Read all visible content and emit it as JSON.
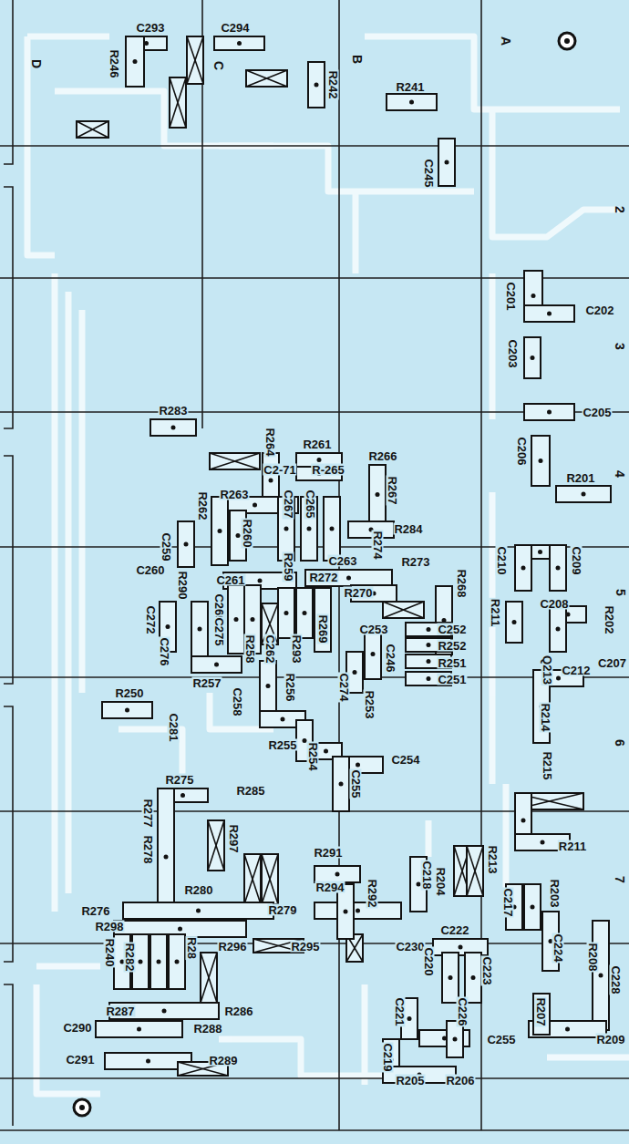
{
  "diagram": {
    "labels": [
      "C293",
      "C294",
      "R246",
      "D",
      "C",
      "B",
      "A",
      "R242",
      "R241",
      "C245",
      "2",
      "C201",
      "C202",
      "3",
      "C203",
      "C205",
      "C206",
      "R283",
      "R201",
      "4",
      "R264",
      "R261",
      "R266",
      "C2-71",
      "R-265",
      "R267",
      "R263",
      "R262",
      "C267",
      "C265",
      "R260",
      "R284",
      "C259",
      "C210",
      "C209",
      "R274",
      "C263",
      "R273",
      "C260",
      "R290",
      "C261",
      "R272",
      "R270",
      "R268",
      "R259",
      "C208",
      "R211",
      "R202",
      "5",
      "C272",
      "C269",
      "C253",
      "C252",
      "R269",
      "R252",
      "C207",
      "C276",
      "C275",
      "R258",
      "C262",
      "R293",
      "R251",
      "C246",
      "Q213",
      "C212",
      "C251",
      "R256",
      "R257",
      "R253",
      "C274",
      "R250",
      "C258",
      "R214",
      "6",
      "C281",
      "R255",
      "R254",
      "C254",
      "R215",
      "C255",
      "R275",
      "R285",
      "R211",
      "R213",
      "R277",
      "R297",
      "R291",
      "7",
      "R278",
      "C218",
      "R204",
      "R203",
      "R294",
      "R292",
      "R280",
      "R276",
      "C217",
      "R279",
      "R298",
      "R296",
      "R295",
      "C230",
      "C222",
      "R208",
      "C228",
      "C224",
      "R240",
      "R282",
      "R28",
      "C220",
      "C223",
      "R287",
      "R286",
      "C221",
      "C226",
      "R207",
      "R209",
      "C290",
      "R288",
      "C255",
      "C291",
      "R289",
      "C219",
      "R205",
      "R206"
    ]
  }
}
